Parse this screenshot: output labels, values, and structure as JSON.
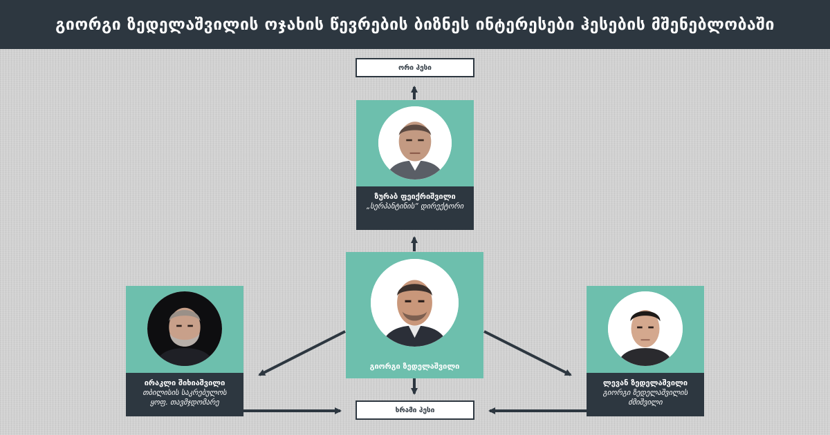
{
  "header": {
    "title": "გიორგი ზედელაშვილის ოჯახის წევრების ბიზნეს ინტერესები ჰესების მშენებლობაში"
  },
  "boxes": {
    "top": "ორი ჰესი",
    "bottom": "ხრამი ჰესი"
  },
  "people": {
    "center": {
      "name": "გიორგი ზედელაშვილი"
    },
    "top": {
      "name": "ზურაბ ფეიქრიშვილი",
      "role": "„სერპანტინის“ დირექტორი"
    },
    "left": {
      "name": "ირაკლი შიხიაშვილი",
      "role_line1": "თბილისის საკრებულოს",
      "role_line2": "ყოფ. თავმჯდომარე"
    },
    "right": {
      "name": "ლევან ზედელაშვილი",
      "role_line1": "გიორგი ზედელაშვილის",
      "role_line2": "ძმიშვილი"
    }
  },
  "colors": {
    "header_bg": "#2d3740",
    "card_teal": "#6dbfad",
    "caption_bg": "#2d3740",
    "arrow": "#2d3740"
  }
}
